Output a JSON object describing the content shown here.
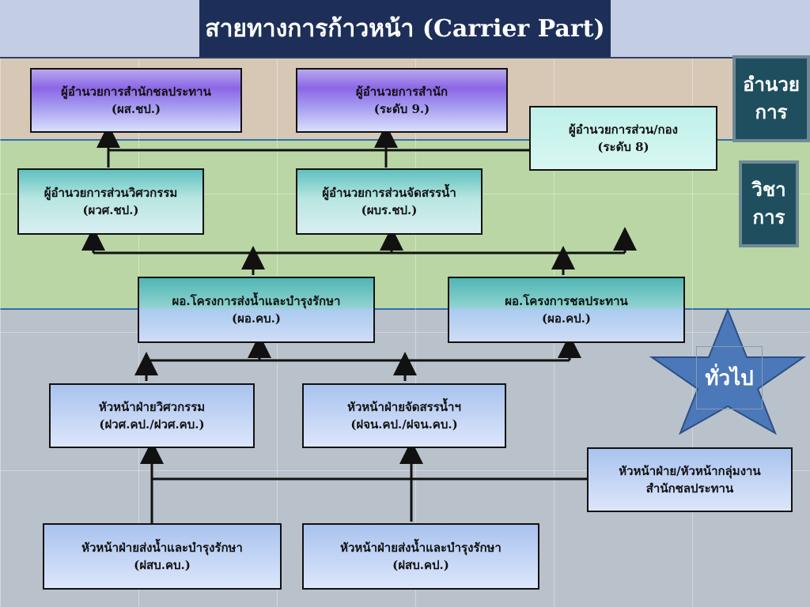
{
  "title": "สายทางการก้าวหน้า (Carrier Part)",
  "colors": {
    "title_bg": "#1d2f59",
    "band_management": "#d7c8b6",
    "band_academic": "#b9d6a4",
    "band_general": "#b9c1cb",
    "side_label_bg": "#1f4f5f",
    "star": "#4b78b8"
  },
  "side_labels": {
    "management": [
      "อำนวย",
      "การ"
    ],
    "academic": [
      "วิชา",
      "การ"
    ],
    "general": "ทั่วไป"
  },
  "boxes": {
    "dir_office_irrigation": [
      "ผู้อำนวยการสำนักชลประทาน",
      "(ผส.ชป.)"
    ],
    "dir_office": [
      "ผู้อำนวยการสำนัก",
      "(ระดับ 9.)"
    ],
    "dir_division": [
      "ผู้อำนวยการส่วน/กอง",
      "(ระดับ 8)"
    ],
    "dir_engineering": [
      "ผู้อำนวยการส่วนวิศวกรรม",
      "(ผวศ.ชป.)"
    ],
    "dir_water_allocation": [
      "ผู้อำนวยการส่วนจัดสรรน้ำ",
      "(ผบร.ชป.)"
    ],
    "proj_om": [
      "ผอ.โครงการส่งน้ำและบำรุงรักษา",
      "(ผอ.คบ.)"
    ],
    "proj_irrigation": [
      "ผอ.โครงการชลประทาน",
      "(ผอ.คป.)"
    ],
    "head_engineering": [
      "หัวหน้าฝ่ายวิศวกรรม",
      "(ฝวศ.คป./ฝวศ.คบ.)"
    ],
    "head_water_alloc": [
      "หัวหน้าฝ่ายจัดสรรน้ำฯ",
      "(ฝจน.คป./ฝจน.คบ.)"
    ],
    "head_group_office": [
      "หัวหน้าฝ่าย/หัวหน้ากลุ่มงาน",
      "สำนักชลประทาน"
    ],
    "head_om_kb": [
      "หัวหน้าฝ่ายส่งน้ำและบำรุงรักษา",
      "(ฝสบ.คบ.)"
    ],
    "head_om_kp": [
      "หัวหน้าฝ่ายส่งน้ำและบำรุงรักษา",
      "(ฝสบ.คป.)"
    ]
  }
}
